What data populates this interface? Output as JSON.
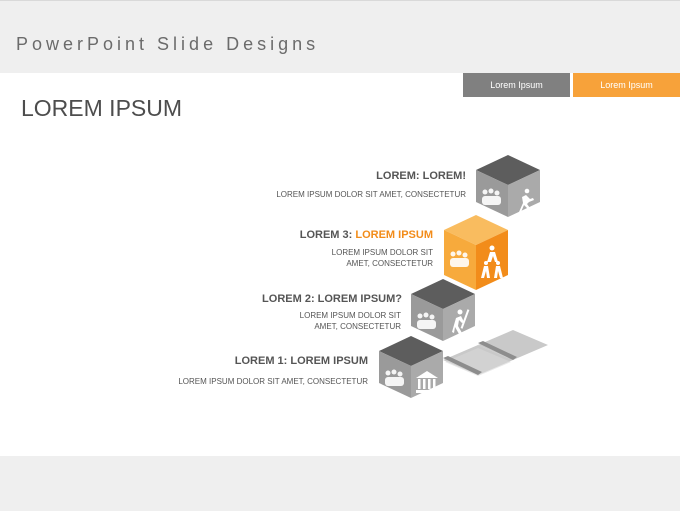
{
  "header": {
    "deck_title": "PowerPoint Slide Designs",
    "tabs": [
      {
        "label": "Lorem Ipsum",
        "color": "#808080"
      },
      {
        "label": "Lorem Ipsum",
        "color": "#f7a23a"
      }
    ]
  },
  "slide": {
    "title": "LOREM IPSUM",
    "steps": [
      {
        "title": "LOREM: LOREM!",
        "desc": "LOREM IPSUM DOLOR SIT AMET, CONSECTETUR",
        "icons": [
          "group-icon",
          "runner-icon"
        ]
      },
      {
        "title_prefix": "LOREM 3: ",
        "title_accent": "LOREM IPSUM",
        "desc_line1": "LOREM IPSUM DOLOR SIT",
        "desc_line2": "AMET, CONSECTETUR",
        "icons": [
          "group-icon",
          "team-lift-icon"
        ],
        "accent_color": "#f7a23a"
      },
      {
        "title": "LOREM 2: LOREM IPSUM?",
        "desc_line1": "LOREM IPSUM DOLOR SIT",
        "desc_line2": "AMET, CONSECTETUR",
        "icons": [
          "group-icon",
          "climber-icon"
        ]
      },
      {
        "title": "LOREM 1: LOREM IPSUM",
        "desc": "LOREM IPSUM DOLOR SIT AMET, CONSECTETUR",
        "icons": [
          "group-icon",
          "bank-icon"
        ]
      }
    ]
  },
  "colors": {
    "cube_top": "#5d5d5d",
    "cube_left": "#9a9a9a",
    "cube_right": "#aaaaaa",
    "accent": "#f28c1a",
    "background_band": "#efefef"
  }
}
